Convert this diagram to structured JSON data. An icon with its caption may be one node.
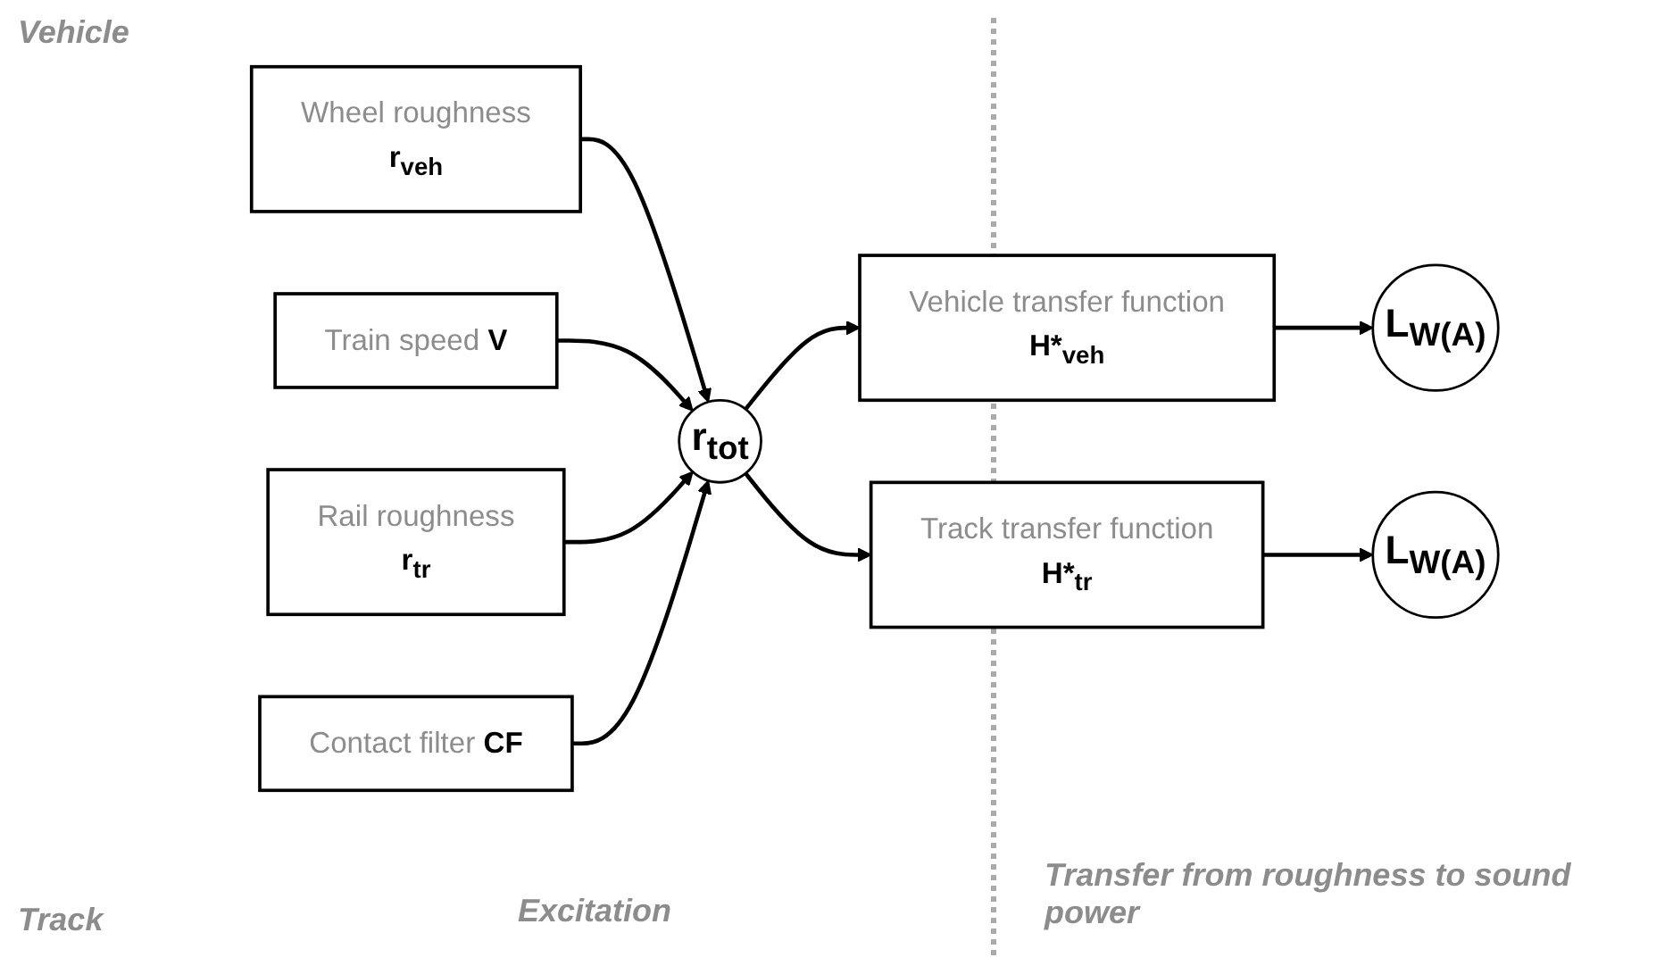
{
  "diagram": {
    "nodes": [
      {
        "text": [
          "Wheel roughness",
          "r$_{veh}$"
        ]
      },
      {
        "text": [
          "Train speed **V**"
        ]
      },
      {
        "text": [
          "r$_{tot}$"
        ]
      },
      {
        "text": [
          "Rail roughness",
          "r$_{tr}$"
        ]
      },
      {
        "text": [
          "Contact filter **CF**"
        ]
      },
      {
        "text": [
          "Vehicle transfer function",
          "H*$_{veh}$"
        ]
      },
      {
        "text": [
          "L$_{W(A)}$"
        ]
      },
      {
        "text": [
          "Track transfer function",
          "H*$_{tr}$"
        ]
      },
      {
        "text": [
          "L$_{W(A)}$"
        ]
      }
    ],
    "edges": [
      {
        "from": 0,
        "to": 2,
        "arrow": "to"
      },
      {
        "from": 1,
        "to": 2,
        "arrow": "to"
      },
      {
        "from": 3,
        "to": 2,
        "arrow": "to"
      },
      {
        "from": 4,
        "to": 2,
        "arrow": "to"
      },
      {
        "from": 2,
        "to": 5,
        "arrow": "to"
      },
      {
        "from": 2,
        "to": 7,
        "arrow": "to"
      },
      {
        "from": 5,
        "to": 6,
        "arrow": "to"
      },
      {
        "from": 7,
        "to": 8,
        "arrow": "to"
      }
    ],
    "labels": [
      "Vehicle",
      "Track",
      "Excitation",
      "Transfer from roughness to sound power"
    ]
  }
}
